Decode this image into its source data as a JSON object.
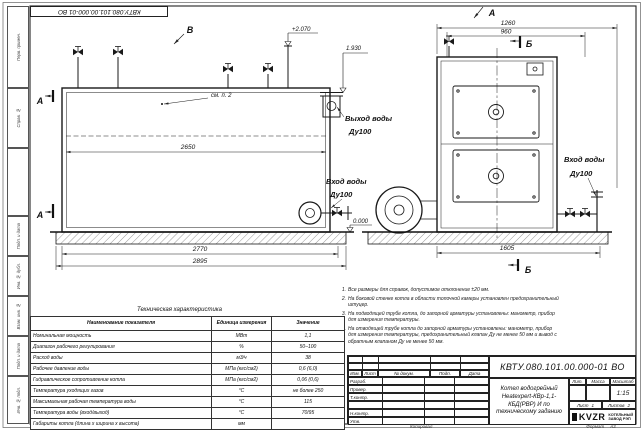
{
  "doc_number": "КВТУ.080.101.00.000-01 ВО",
  "margin_labels": [
    "Перв. примен.",
    "Справ. №",
    "",
    "Подп. и дата",
    "Инв. № дубл.",
    "Взам. инв. №",
    "Подп. и дата",
    "Инв. № подл."
  ],
  "drawing": {
    "side": {
      "dim_inner": "2650",
      "dim_mid": "2770",
      "dim_outer": "2895",
      "elev_top": "+2.070",
      "elev_outlet": "1.930",
      "elev_zero": "0.000",
      "section_label": "А",
      "view_label": "В",
      "see_note": "см. п. 2",
      "outlet_label": "Выход воды",
      "outlet_dn": "Ду100",
      "inlet_label": "Вход воды",
      "inlet_dn": "Ду100"
    },
    "front": {
      "dim_total": "1260",
      "dim_body": "960",
      "dim_bottom": "1605",
      "view_label": "А",
      "section_label": "Б",
      "inlet_label": "Вход воды",
      "inlet_dn": "Ду100"
    }
  },
  "notes": {
    "items": [
      {
        "n": "1.",
        "text": "Все размеры для справок, допустимое отклонение ±20 мм."
      },
      {
        "n": "2.",
        "text": "На боковой стенке котла в области топочной камеры установлен предохранительный штуцер."
      },
      {
        "n": "3.",
        "text": "На подводящей трубе котла, до запорной арматуры установлены: манометр, прибор для измерения температуры."
      },
      {
        "n": "4.",
        "text": "На отводящей трубе котла до запорной арматуры установлены: манометр, прибор для измерения температуры, предохранительный клапан Ду не менее 50 мм и вывод с обратным клапаном Ду не менее 50 мм."
      }
    ]
  },
  "spec_table": {
    "title": "Техническая характеристика",
    "headers": [
      "Наименование показателя",
      "Единица измерения",
      "Значение"
    ],
    "rows": [
      [
        "Номинальная мощность",
        "МВт",
        "1,1"
      ],
      [
        "Диапазон рабочего регулирования",
        "%",
        "50–100"
      ],
      [
        "Расход воды",
        "м3/ч",
        "38"
      ],
      [
        "Рабочее давление воды",
        "МПа (кгс/см2)",
        "0,6 (6,0)"
      ],
      [
        "Гидравлическое сопротивление котла",
        "МПа (кгс/см2)",
        "0,06 (0,6)"
      ],
      [
        "Температура уходящих газов",
        "°С",
        "не более 250"
      ],
      [
        "Максимальная рабочая температура воды",
        "°С",
        "115"
      ],
      [
        "Температура воды (вход/выход)",
        "°С",
        "70/95"
      ],
      [
        "Габариты котла (длина х ширина х высота)",
        "мм",
        ""
      ]
    ]
  },
  "title_block": {
    "number": "КВТУ.080.101.00.000-01 ВО",
    "product": "Котел водогрейный Heatexpert-КВр-1,1-КБД(РВР) И по техническому заданию",
    "cols": [
      "Изм.",
      "Лист",
      "№ докум.",
      "Подп.",
      "Дата"
    ],
    "signers": [
      "Разраб.",
      "Провер.",
      "Т.контр.",
      "",
      "Н.контр.",
      "Утв."
    ],
    "lit_label": "Лит.",
    "mass_label": "Масса",
    "scale_label": "Масштаб",
    "scale": "1:15",
    "sheet_label": "Лист",
    "sheet": "1",
    "sheets_label": "Листов",
    "sheets": "2",
    "logo": "KVZR",
    "company_line1": "КОТЕЛЬНЫЙ",
    "company_line2": "ЗАВОД РЭП",
    "copied": "Копировал",
    "format_label": "Формат",
    "format": "А3"
  }
}
